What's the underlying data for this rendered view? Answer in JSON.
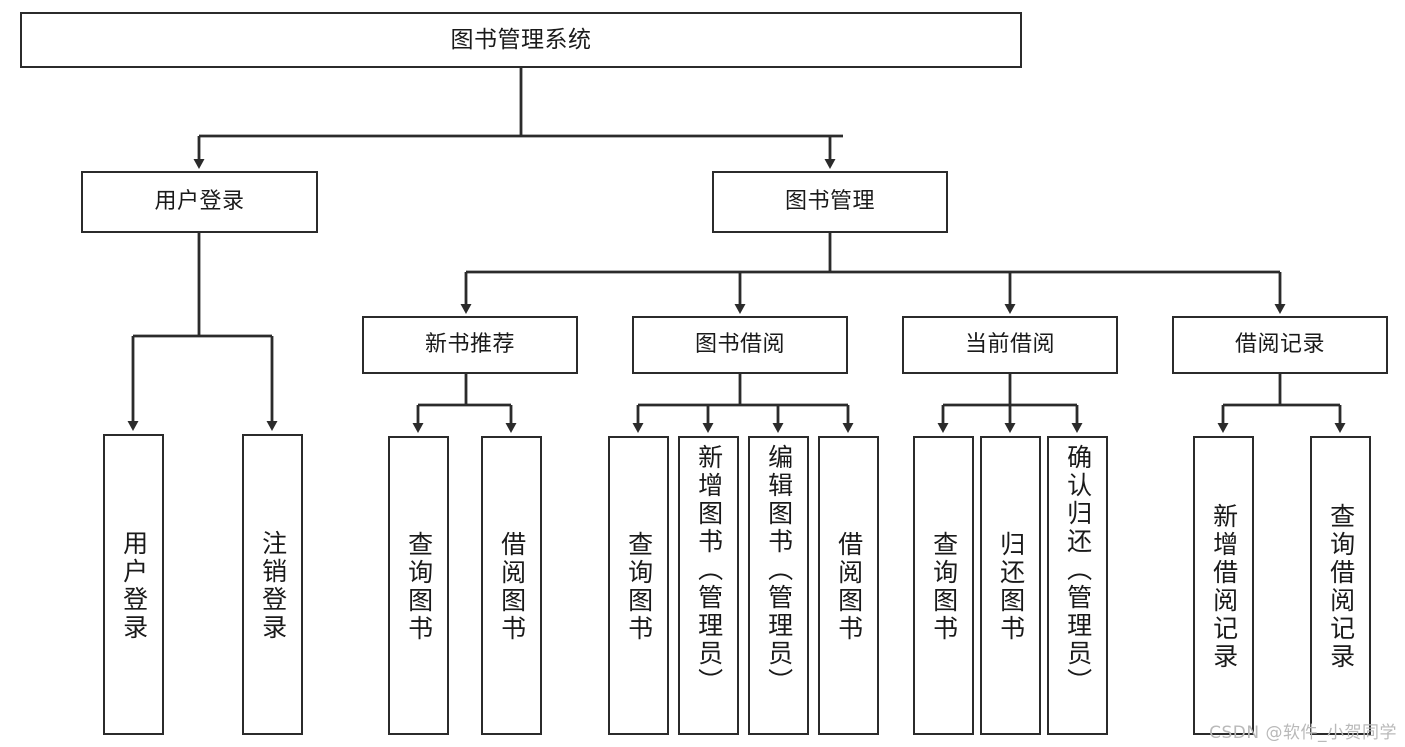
{
  "diagram": {
    "type": "tree-hierarchy-flowchart",
    "title": "图书管理系统",
    "theme": {
      "background": "#ffffff",
      "stroke": "#2b2b2b",
      "text": "#1a1a1a",
      "watermark_color": "#b9b9b9"
    },
    "levels": [
      {
        "level": 0,
        "nodes": [
          {
            "id": "root",
            "label": "图书管理系统",
            "orientation": "horizontal"
          }
        ]
      },
      {
        "level": 1,
        "nodes": [
          {
            "id": "login",
            "label": "用户登录",
            "orientation": "horizontal",
            "parent": "root"
          },
          {
            "id": "bookmgmt",
            "label": "图书管理",
            "orientation": "horizontal",
            "parent": "root"
          }
        ]
      },
      {
        "level": 2,
        "nodes": [
          {
            "id": "newbook",
            "label": "新书推荐",
            "orientation": "horizontal",
            "parent": "bookmgmt"
          },
          {
            "id": "borrow",
            "label": "图书借阅",
            "orientation": "horizontal",
            "parent": "bookmgmt"
          },
          {
            "id": "current",
            "label": "当前借阅",
            "orientation": "horizontal",
            "parent": "bookmgmt"
          },
          {
            "id": "records",
            "label": "借阅记录",
            "orientation": "horizontal",
            "parent": "bookmgmt"
          }
        ]
      },
      {
        "level": 3,
        "nodes": [
          {
            "id": "leaf1",
            "label": "用户登录",
            "orientation": "vertical",
            "parent": "login"
          },
          {
            "id": "leaf2",
            "label": "注销登录",
            "orientation": "vertical",
            "parent": "login"
          },
          {
            "id": "leaf3",
            "label": "查询图书",
            "orientation": "vertical",
            "parent": "newbook"
          },
          {
            "id": "leaf4",
            "label": "借阅图书",
            "orientation": "vertical",
            "parent": "newbook"
          },
          {
            "id": "leaf5",
            "label": "查询图书",
            "orientation": "vertical",
            "parent": "borrow"
          },
          {
            "id": "leaf6",
            "label": "新增图书（管理员）",
            "orientation": "vertical",
            "parent": "borrow"
          },
          {
            "id": "leaf7",
            "label": "编辑图书（管理员）",
            "orientation": "vertical",
            "parent": "borrow"
          },
          {
            "id": "leaf8",
            "label": "借阅图书",
            "orientation": "vertical",
            "parent": "borrow"
          },
          {
            "id": "leaf9",
            "label": "查询图书",
            "orientation": "vertical",
            "parent": "current"
          },
          {
            "id": "leaf10",
            "label": "归还图书",
            "orientation": "vertical",
            "parent": "current"
          },
          {
            "id": "leaf11",
            "label": "确认归还（管理员）",
            "orientation": "vertical",
            "parent": "current"
          },
          {
            "id": "leaf12",
            "label": "新增借阅记录",
            "orientation": "vertical",
            "parent": "records"
          },
          {
            "id": "leaf13",
            "label": "查询借阅记录",
            "orientation": "vertical",
            "parent": "records"
          }
        ]
      }
    ]
  },
  "watermark": {
    "text": "CSDN @软件_小贺同学"
  }
}
